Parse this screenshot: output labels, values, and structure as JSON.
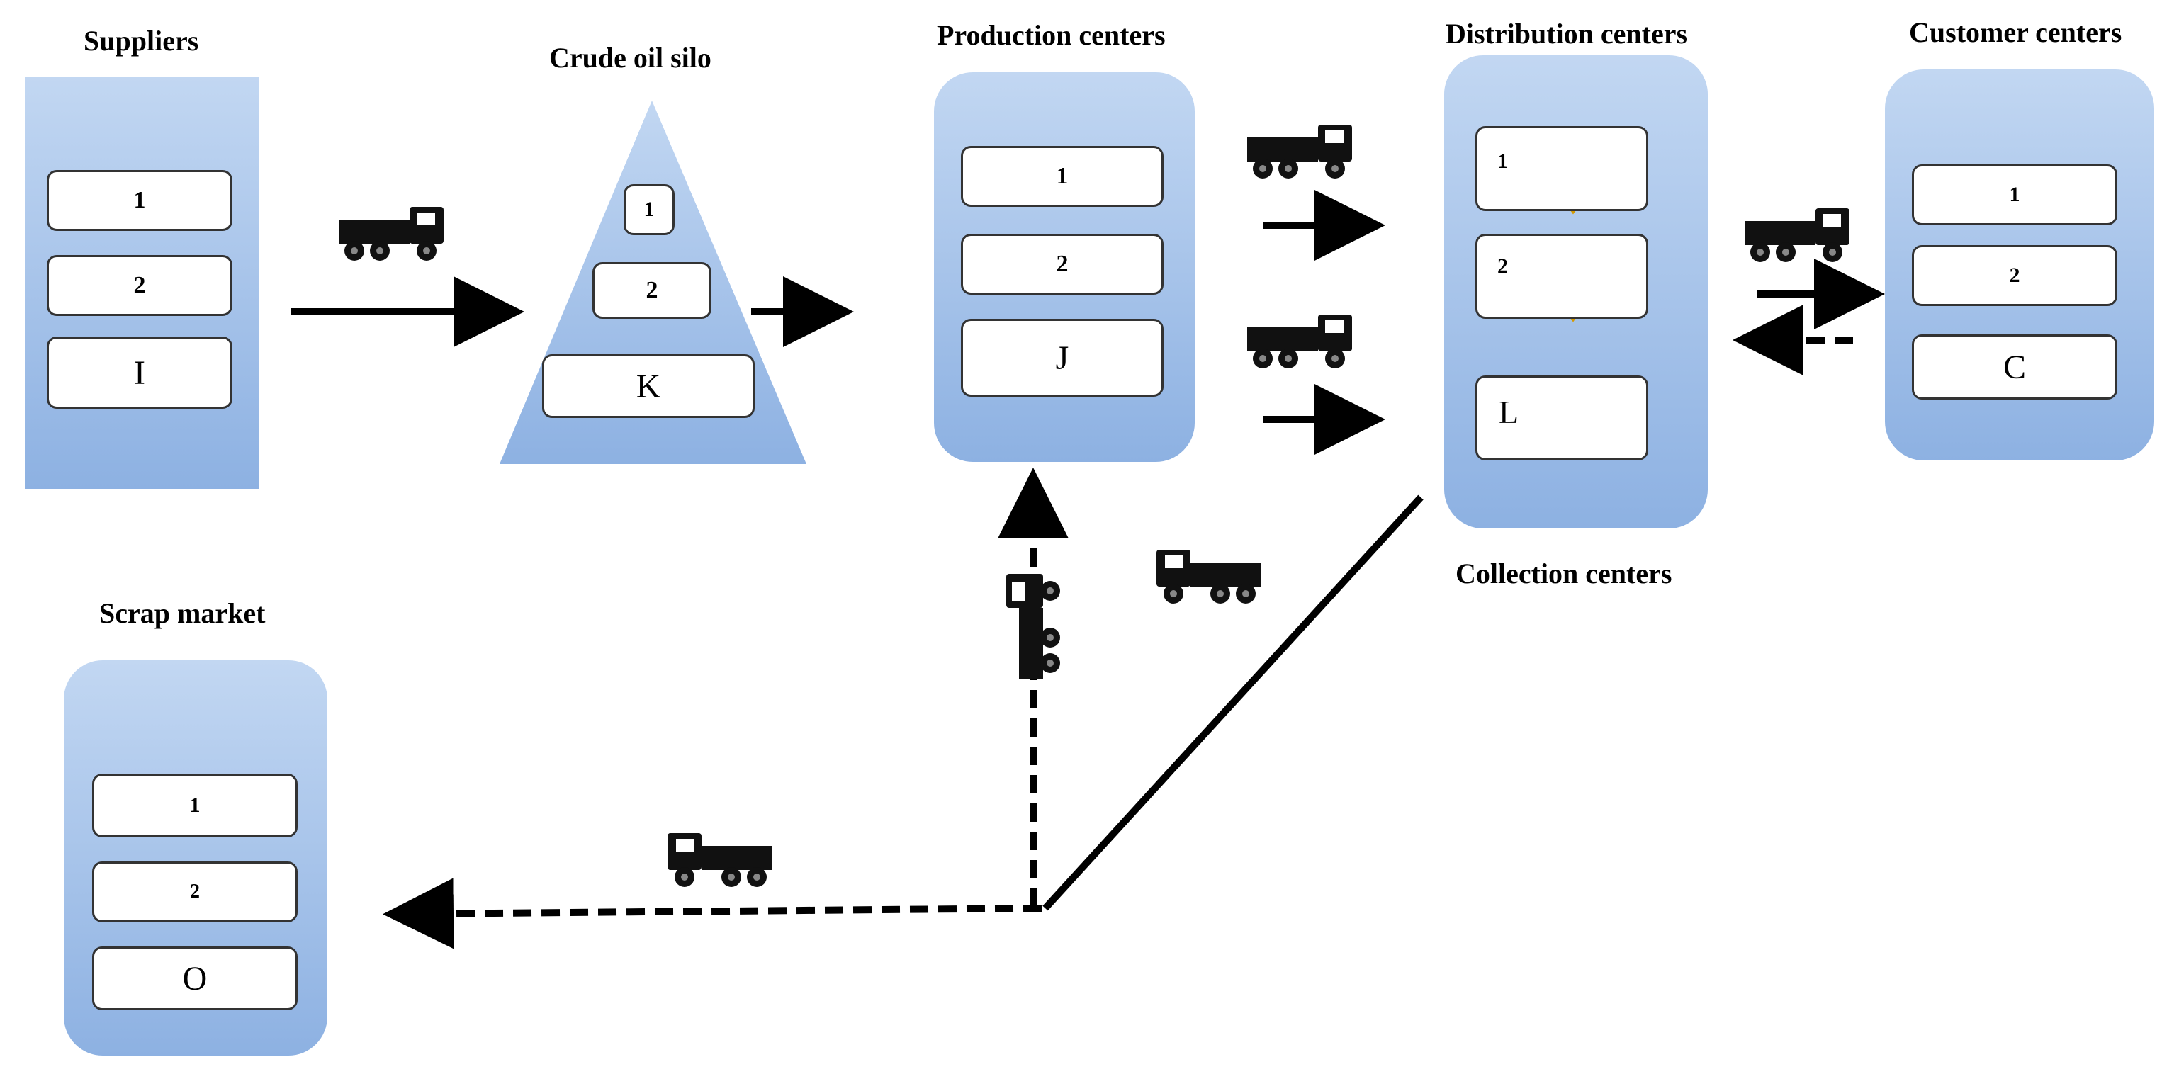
{
  "colors": {
    "container_fill_top": "#bcd3f0",
    "container_fill_bottom": "#8fb3e3",
    "distribution_marker": "#f7b500",
    "arrow": "#000000"
  },
  "suppliers": {
    "title": "Suppliers",
    "items": [
      "1",
      "2",
      "I"
    ]
  },
  "silo": {
    "title": "Crude oil silo",
    "items": [
      "1",
      "2",
      "K"
    ]
  },
  "production": {
    "title": "Production centers",
    "items": [
      "1",
      "2",
      "J"
    ]
  },
  "distribution": {
    "title": "Distribution centers",
    "items": [
      "1",
      "2",
      "L"
    ],
    "marker_icon": "down-triangle-icon"
  },
  "collection": {
    "title": "Collection centers"
  },
  "customers": {
    "title": "Customer centers",
    "items": [
      "1",
      "2",
      "C"
    ]
  },
  "scrap": {
    "title": "Scrap market",
    "items": [
      "1",
      "2",
      "O"
    ]
  },
  "icons": {
    "vehicle": "truck-icon"
  }
}
